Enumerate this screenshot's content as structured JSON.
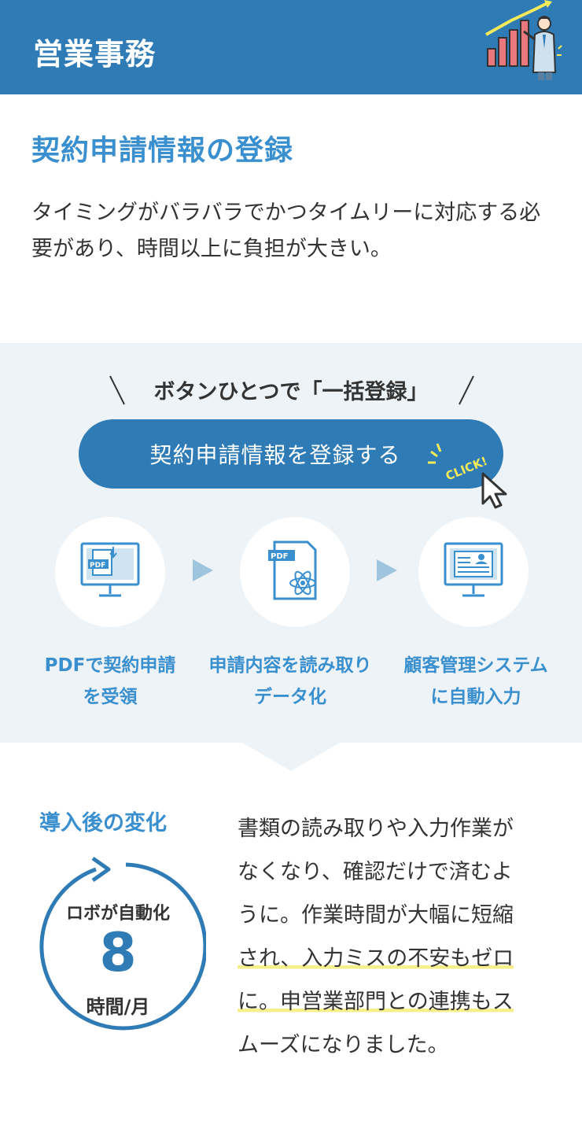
{
  "header": {
    "title": "営業事務",
    "illustration_icon": "businessman-growth-chart-icon"
  },
  "section": {
    "title": "契約申請情報の登録",
    "description": "タイミングがバラバラでかつタイムリーに対応する必要があり、時間以上に負担が大きい。"
  },
  "automation": {
    "tagline": "ボタンひとつで「一括登録」",
    "button_label": "契約申請情報を登録する",
    "click_badge": "CLICK!",
    "steps": [
      {
        "icon": "monitor-pdf-download-icon",
        "pdf_label": "PDF",
        "line1": "PDFで契約申請",
        "line2": "を受領"
      },
      {
        "icon": "pdf-document-atom-icon",
        "pdf_label": "PDF",
        "line1": "申請内容を読み取り",
        "line2": "データ化"
      },
      {
        "icon": "monitor-customer-profile-icon",
        "line1": "顧客管理システム",
        "line2": "に自動入力"
      }
    ]
  },
  "after": {
    "title": "導入後の変化",
    "badge_label": "ロボが自動化",
    "value": "8",
    "unit": "時間/月",
    "text_lines": [
      "書類の読み取りや入力作業が",
      "なくなり、確認だけで済むよ",
      "うに。作業時間が大幅に短縮",
      "され、入力ミスの不安もゼロ",
      "に。申営業部門との連携もス",
      "ムーズになりました。"
    ],
    "highlight_lines": [
      3,
      4
    ]
  },
  "colors": {
    "primary": "#2f7bb5",
    "accent_text": "#3a8fcf",
    "band": "#edf3f7",
    "highlight": "#f7ef8c",
    "click_yellow": "#f2ea5a"
  }
}
